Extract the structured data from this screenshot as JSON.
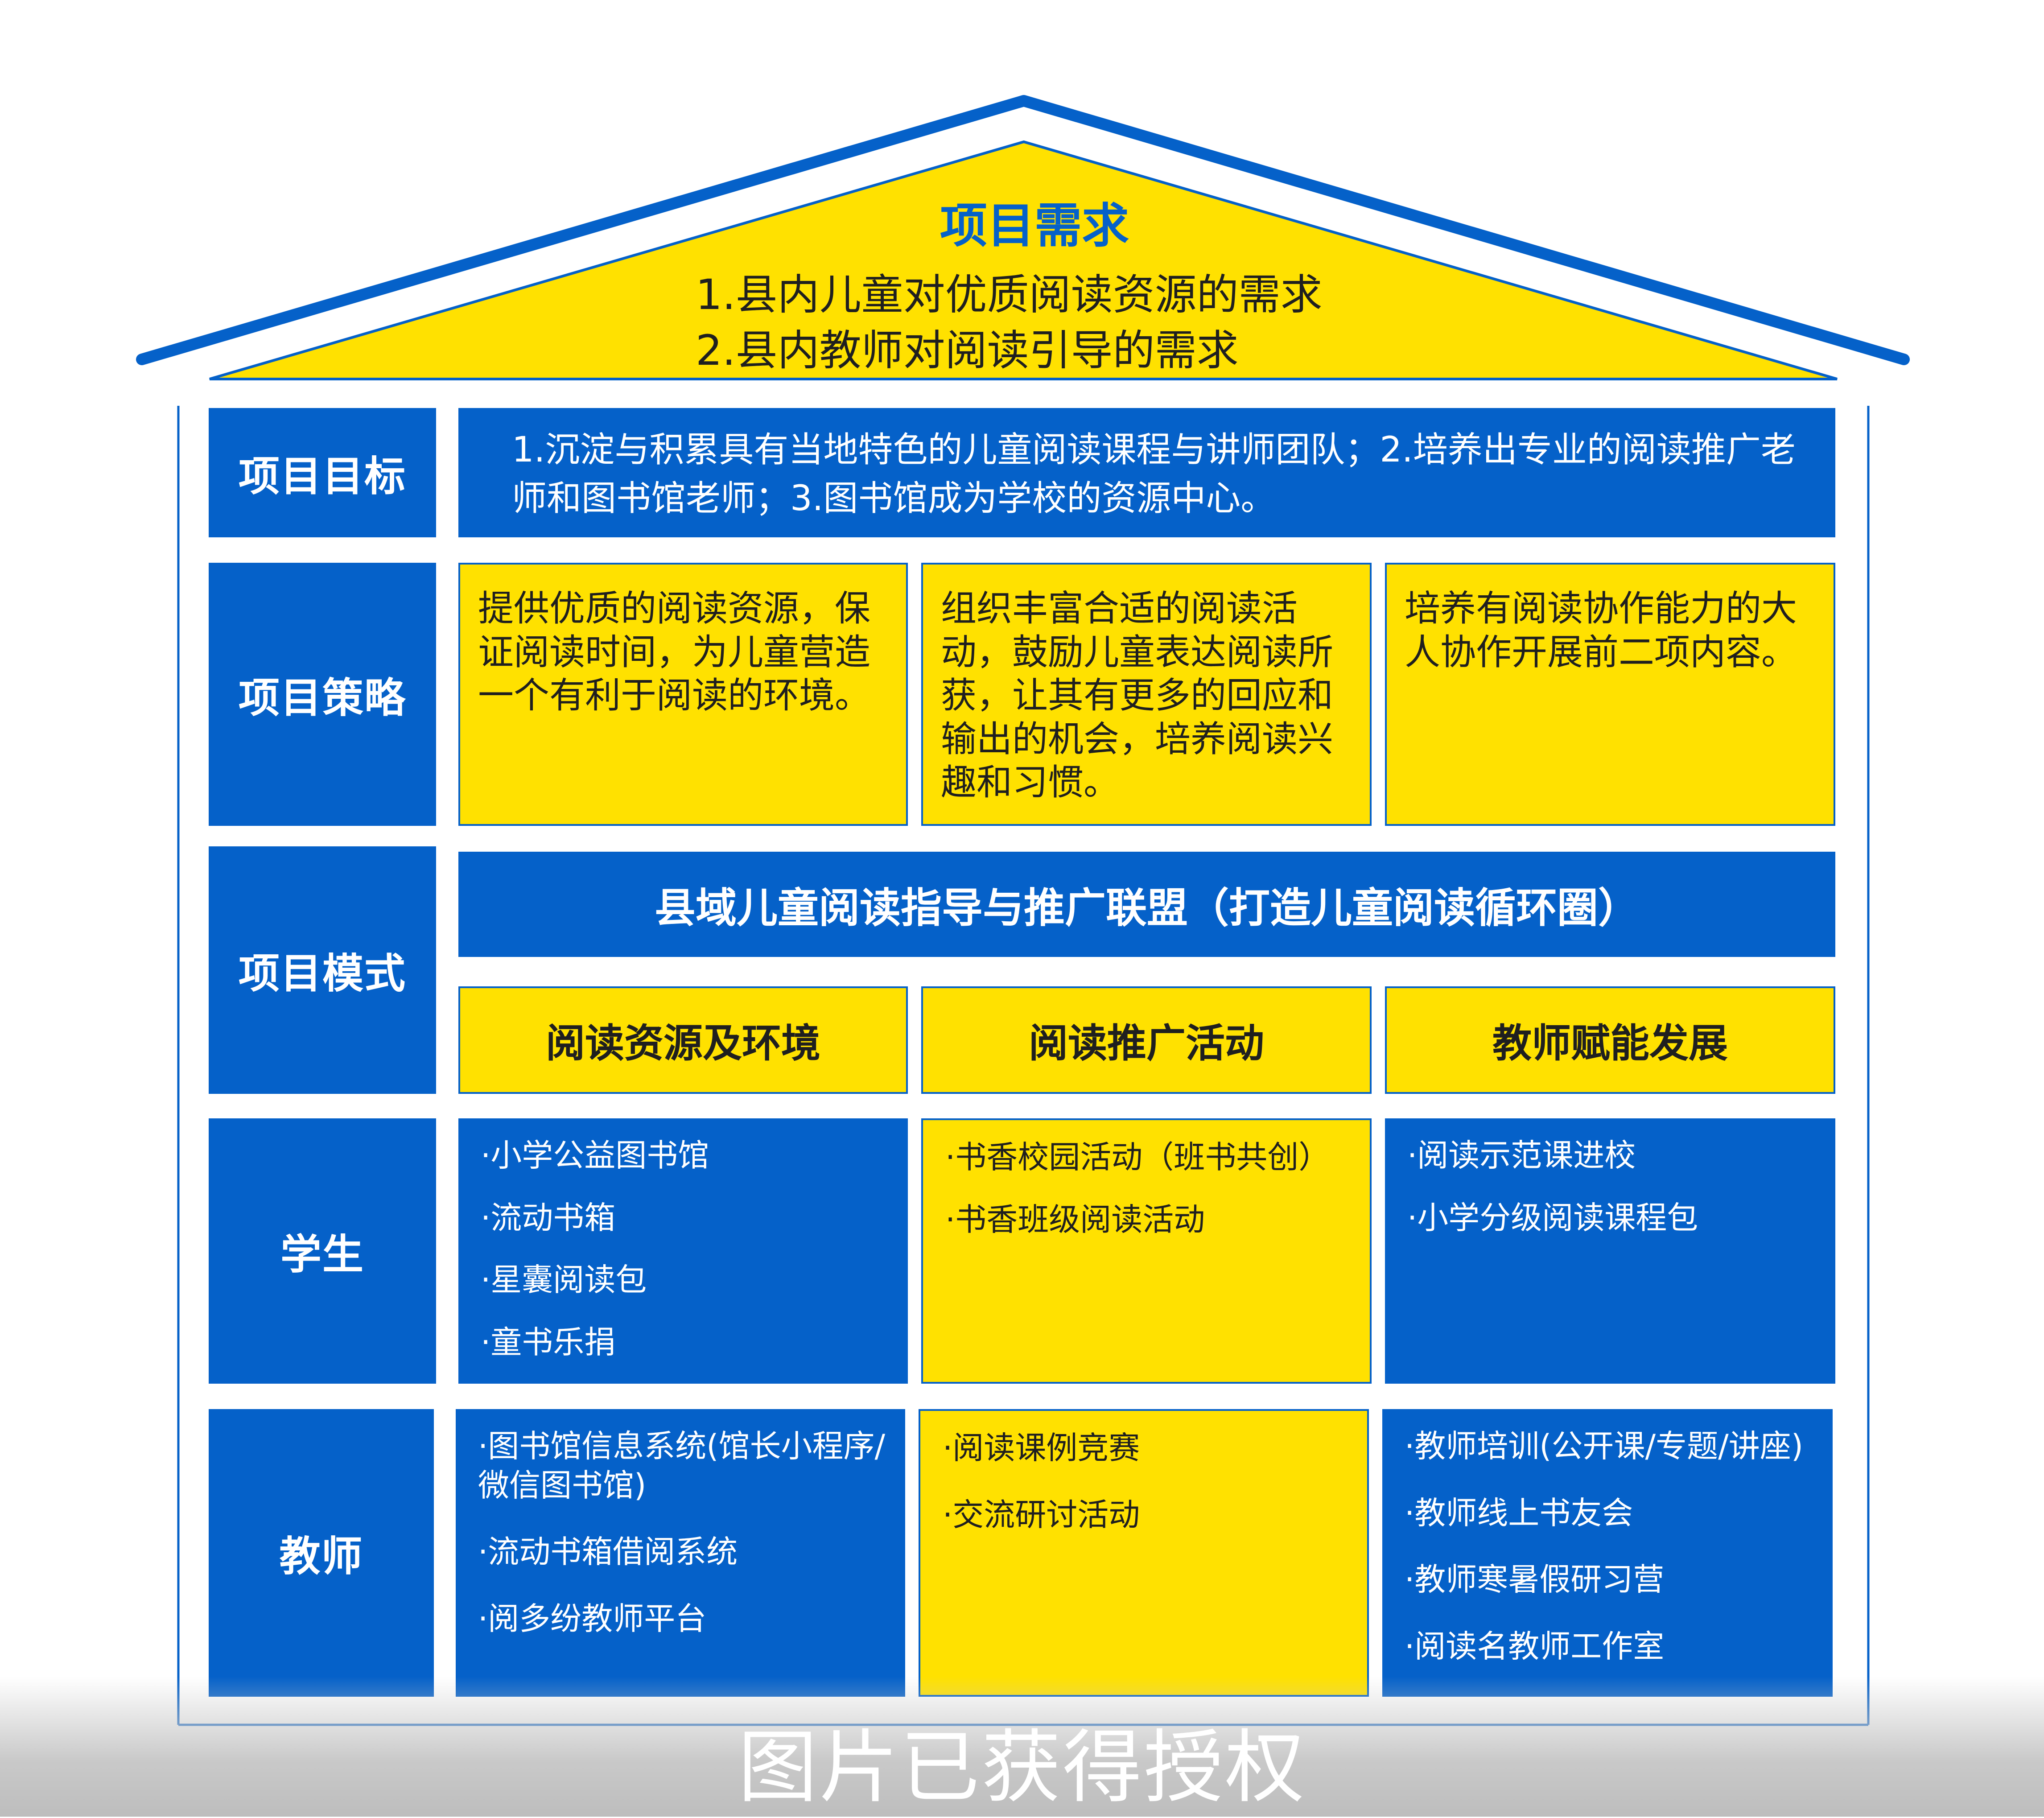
{
  "colors": {
    "blue": "#0561c9",
    "yellow": "#ffe100",
    "dark_text": "#1f1f1f"
  },
  "roof": {
    "title": "项目需求",
    "lines": [
      "1.县内儿童对优质阅读资源的需求",
      "2.县内教师对阅读引导的需求"
    ]
  },
  "goal": {
    "label": "项目目标",
    "text": "1.沉淀与积累具有当地特色的儿童阅读课程与讲师团队；2.培养出专业的阅读推广老师和图书馆老师；3.图书馆成为学校的资源中心。"
  },
  "strategy": {
    "label": "项目策略",
    "cells": [
      "提供优质的阅读资源，保证阅读时间，为儿童营造一个有利于阅读的环境。",
      "组织丰富合适的阅读活动，鼓励儿童表达阅读所获，让其有更多的回应和输出的机会，培养阅读兴趣和习惯。",
      "培养有阅读协作能力的大人协作开展前二项内容。"
    ]
  },
  "model": {
    "label": "项目模式",
    "banner": "县域儿童阅读指导与推广联盟（打造儿童阅读循环圈）",
    "pillars": [
      "阅读资源及环境",
      "阅读推广活动",
      "教师赋能发展"
    ]
  },
  "students": {
    "label": "学生",
    "columns": [
      [
        "·小学公益图书馆",
        "·流动书箱",
        "·星囊阅读包",
        "·童书乐捐"
      ],
      [
        "·书香校园活动（班书共创）",
        "·书香班级阅读活动"
      ],
      [
        "·阅读示范课进校",
        "·小学分级阅读课程包"
      ]
    ]
  },
  "teachers": {
    "label": "教师",
    "columns": [
      [
        "·图书馆信息系统(馆长小程序/微信图书馆)",
        "·流动书箱借阅系统",
        "·阅多纷教师平台"
      ],
      [
        "·阅读课例竞赛",
        "·交流研讨活动"
      ],
      [
        "·教师培训(公开课/专题/讲座)",
        "·教师线上书友会",
        "·教师寒暑假研习营",
        "·阅读名教师工作室"
      ]
    ]
  },
  "watermark": "图片已获得授权"
}
